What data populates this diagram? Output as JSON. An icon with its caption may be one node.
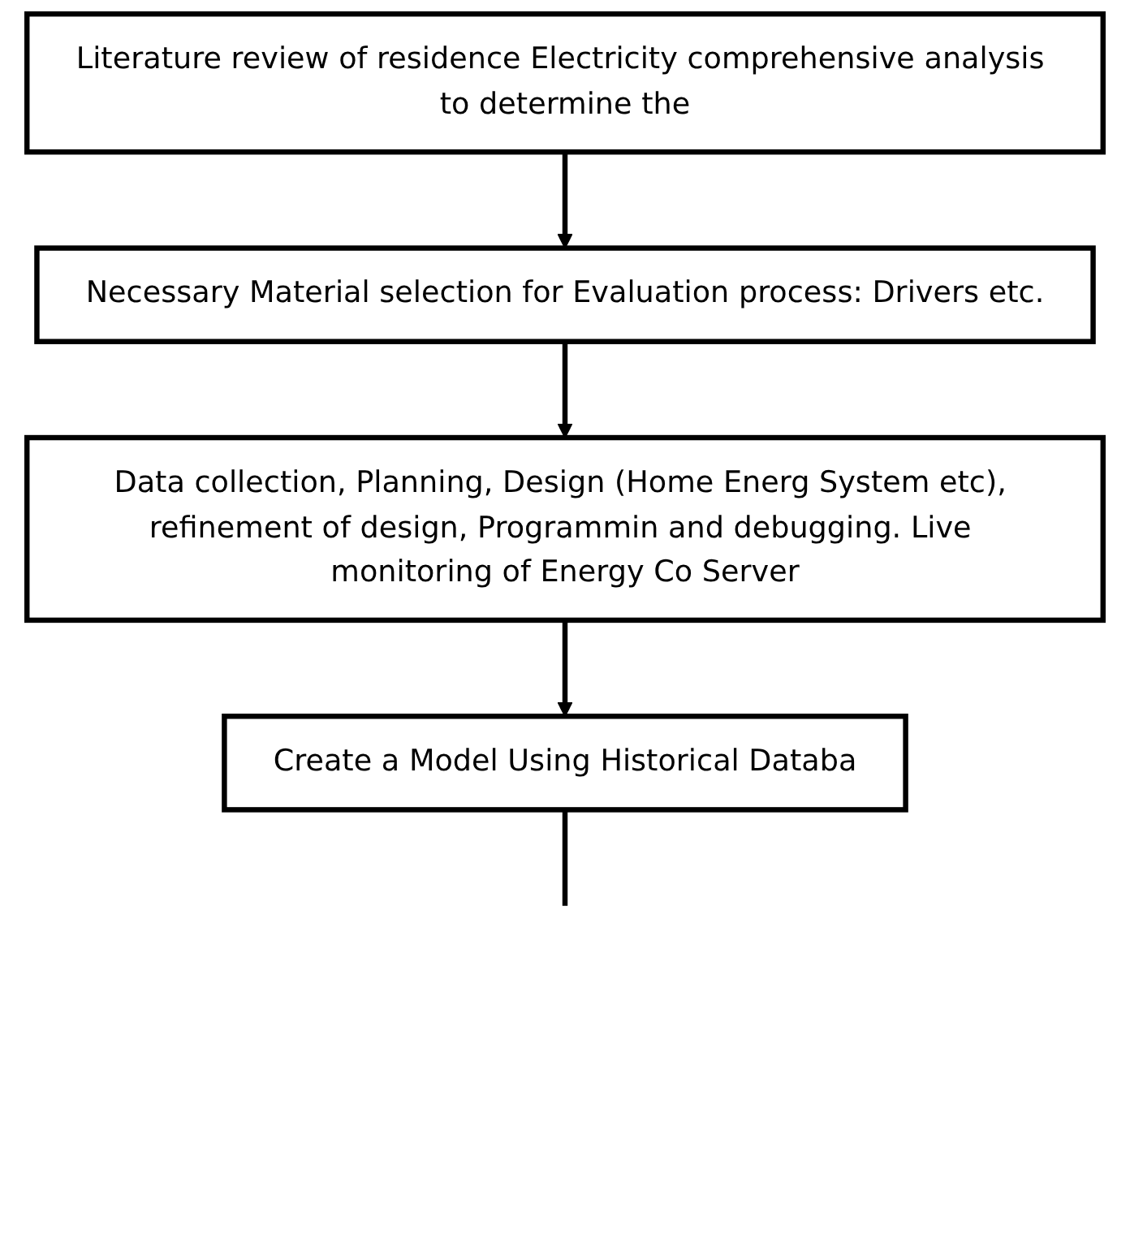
{
  "diagram": {
    "nodes": [
      {
        "text": [
          "Literature review of residence Electricity comprehensive analysis to determine the"
        ]
      },
      {
        "text": [
          "Necessary Material selection for Evaluation process: Drivers etc."
        ]
      },
      {
        "text": [
          "Data collection, Planning, Design (Home Energ System etc), refinement of design, Programmin and debugging. Live monitoring of Energy Co Server"
        ]
      },
      {
        "text": [
          "Create a Model Using Historical Databa"
        ]
      }
    ],
    "edges": [
      {
        "from": 0,
        "to": 1,
        "arrow": "to"
      },
      {
        "from": 1,
        "to": 2,
        "arrow": "to"
      },
      {
        "from": 2,
        "to": 3,
        "arrow": "to"
      },
      {
        "from": 3,
        "to": null,
        "arrow": "none"
      }
    ]
  }
}
